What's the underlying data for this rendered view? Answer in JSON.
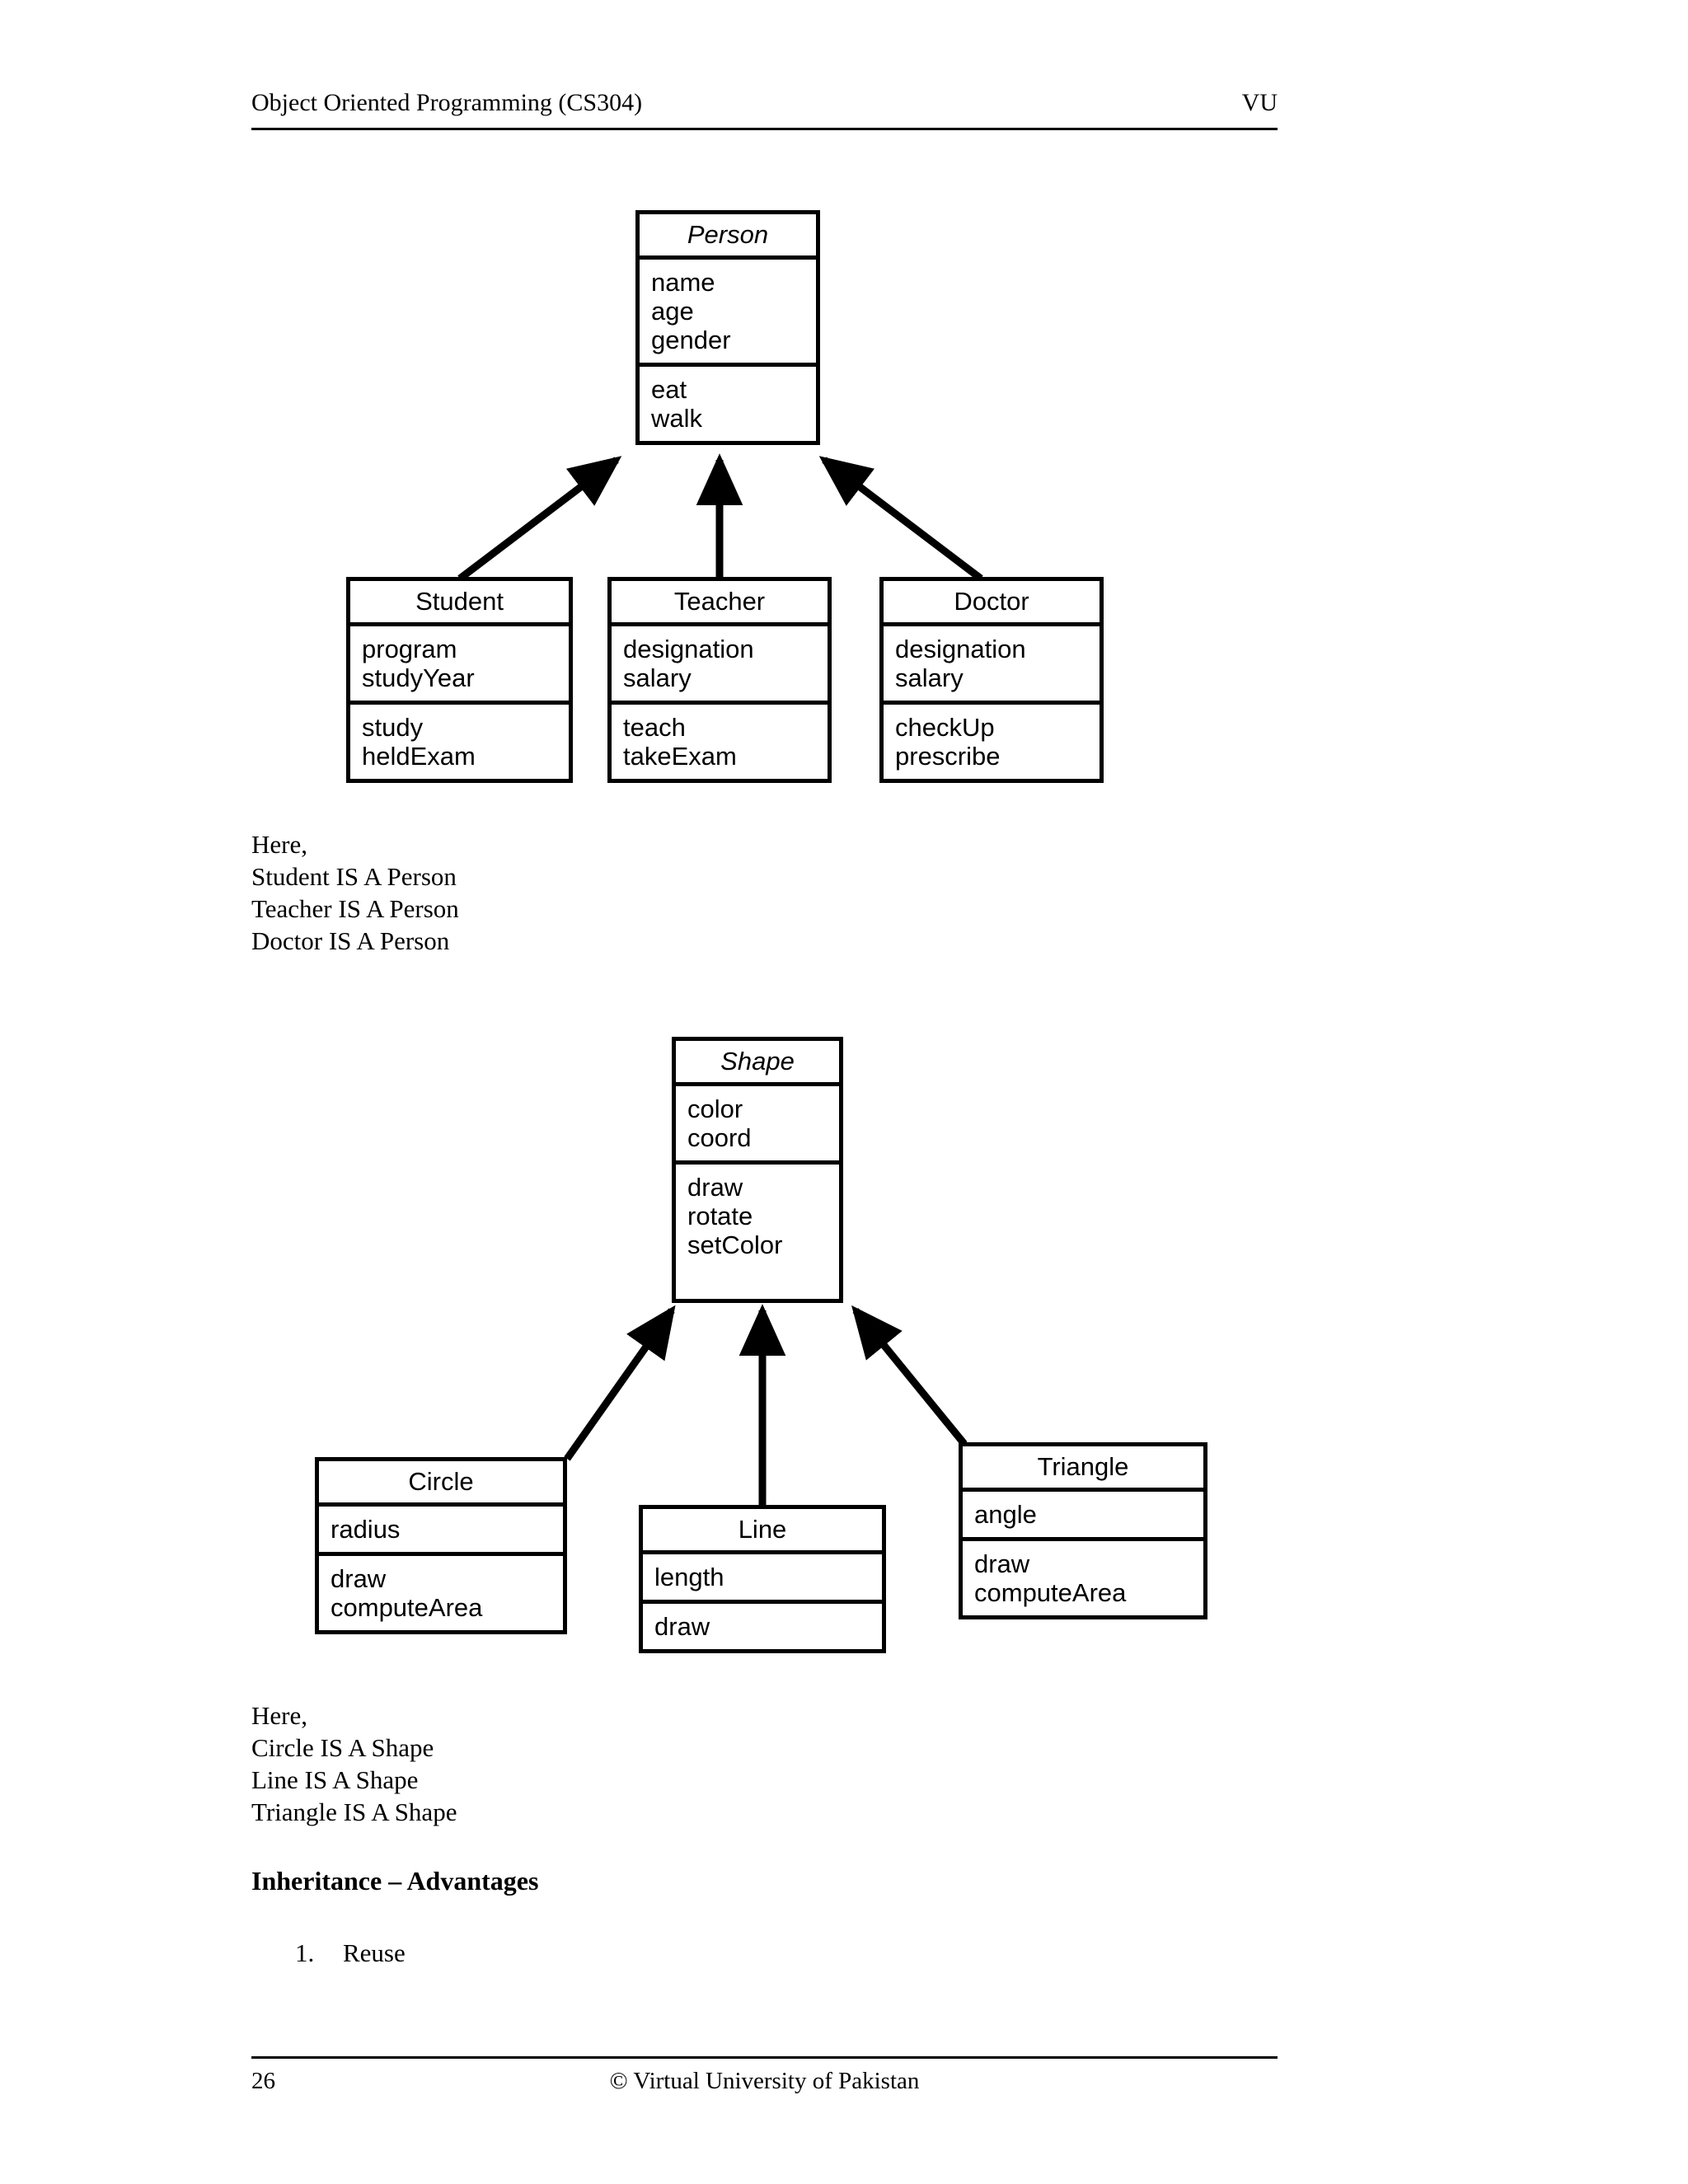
{
  "header": {
    "course_title": "Object Oriented Programming (CS304)",
    "institution_abbr": "VU"
  },
  "footer": {
    "page_number": "26",
    "copyright": "© Virtual University of Pakistan"
  },
  "diagram1": {
    "parent": {
      "name": "Person",
      "abstract": true,
      "attributes": [
        "name",
        "age",
        "gender"
      ],
      "operations": [
        "eat",
        "walk"
      ]
    },
    "children": [
      {
        "name": "Student",
        "abstract": false,
        "attributes": [
          "program",
          "studyYear"
        ],
        "operations": [
          "study",
          "heldExam"
        ]
      },
      {
        "name": "Teacher",
        "abstract": false,
        "attributes": [
          "designation",
          "salary"
        ],
        "operations": [
          "teach",
          "takeExam"
        ]
      },
      {
        "name": "Doctor",
        "abstract": false,
        "attributes": [
          "designation",
          "salary"
        ],
        "operations": [
          "checkUp",
          "prescribe"
        ]
      }
    ]
  },
  "caption1": {
    "lead": "Here,",
    "lines": [
      "Student IS A Person",
      "Teacher IS A Person",
      "Doctor IS A Person"
    ]
  },
  "diagram2": {
    "parent": {
      "name": "Shape",
      "abstract": true,
      "attributes": [
        "color",
        "coord"
      ],
      "operations": [
        "draw",
        "rotate",
        "setColor"
      ]
    },
    "children": [
      {
        "name": "Circle",
        "abstract": false,
        "attributes": [
          "radius"
        ],
        "operations": [
          "draw",
          "computeArea"
        ]
      },
      {
        "name": "Line",
        "abstract": false,
        "attributes": [
          "length"
        ],
        "operations": [
          "draw"
        ]
      },
      {
        "name": "Triangle",
        "abstract": false,
        "attributes": [
          "angle"
        ],
        "operations": [
          "draw",
          "computeArea"
        ]
      }
    ]
  },
  "caption2": {
    "lead": "Here,",
    "lines": [
      "Circle IS A Shape",
      "Line IS A Shape",
      "Triangle IS A Shape"
    ]
  },
  "section": {
    "heading": "Inheritance – Advantages",
    "items": [
      {
        "number": "1.",
        "text": "Reuse"
      }
    ]
  },
  "colors": {
    "ink": "#000000",
    "paper": "#ffffff"
  }
}
